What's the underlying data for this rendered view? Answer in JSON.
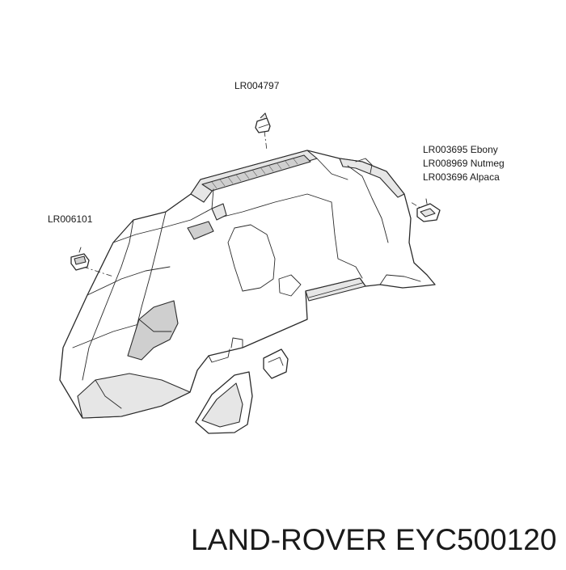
{
  "labels": {
    "clip_top": "LR004797",
    "clip_left": "LR006101",
    "trim_colors": [
      "LR003695 Ebony",
      "LR008969 Nutmeg",
      "LR003696 Alpaca"
    ]
  },
  "footer": {
    "brand": "LAND-ROVER",
    "part_number": "EYC500120"
  }
}
